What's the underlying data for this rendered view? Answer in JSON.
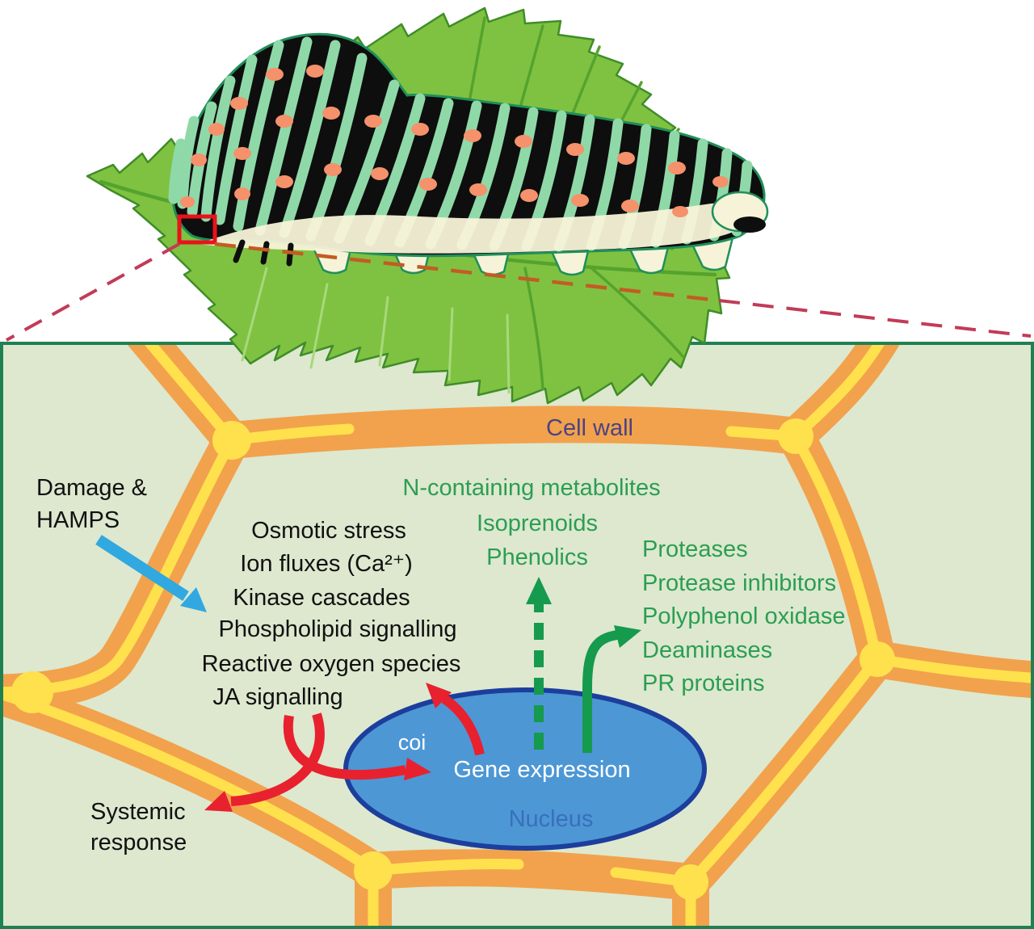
{
  "labels": {
    "cell_wall": "Cell wall",
    "damage_line1": "Damage &",
    "damage_line2": "HAMPS",
    "cascade": [
      "Osmotic stress",
      "Ion fluxes (Ca²⁺)",
      "Kinase cascades",
      "Phospholipid signalling",
      "Reactive oxygen species",
      "JA signalling"
    ],
    "metabolites": [
      "N-containing metabolites",
      "Isoprenoids",
      "Phenolics"
    ],
    "defense_proteins": [
      "Proteases",
      "Protease inhibitors",
      "Polyphenol oxidase",
      "Deaminases",
      "PR proteins"
    ],
    "coi": "coi",
    "gene_expression": "Gene expression",
    "nucleus": "Nucleus",
    "systemic_line1": "Systemic",
    "systemic_line2": "response"
  },
  "colors": {
    "page_bg": "#ffffff",
    "panel_bg": "#dde8cf",
    "panel_border": "#1f8152",
    "wall_orange": "#f2a24c",
    "wall_yellow": "#ffe14d",
    "nucleus_fill": "#4d97d5",
    "nucleus_stroke": "#1c3e9c",
    "text_green": "#2b9e52",
    "text_black": "#111111",
    "cell_wall_text": "#4b4383",
    "nucleus_text": "#3a6fba",
    "arrow_red": "#e8212f",
    "arrow_blue": "#31a8e0",
    "arrow_green": "#169a4d",
    "zoom_box": "#e8131b",
    "dash_crimson": "#c23b58",
    "dash_orange": "#c35c24",
    "leaf_green": "#7fc241",
    "leaf_outline": "#3f8d28",
    "leaf_vein": "#55a32e",
    "leaf_vein_light": "#a8d87c",
    "cat_black": "#0e0e0e",
    "cat_mint": "#8fd9a9",
    "cat_cream": "#f7f3d8",
    "cat_spot": "#f5916b",
    "cat_outline": "#1f8f5a"
  }
}
